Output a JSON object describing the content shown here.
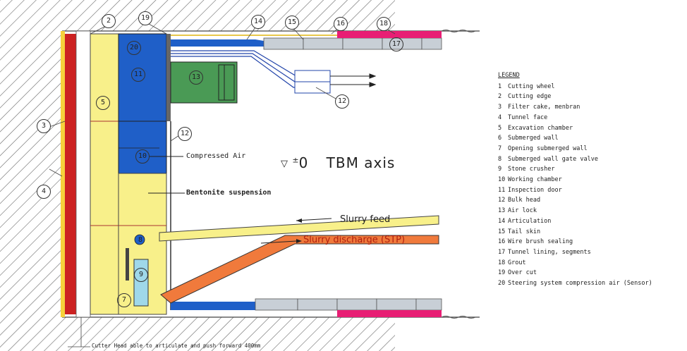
{
  "legend": {
    "title": "LEGEND",
    "items": [
      {
        "n": "1",
        "text": "Cutting wheel"
      },
      {
        "n": "2",
        "text": "Cutting edge"
      },
      {
        "n": "3",
        "text": "Filter cake, menbran"
      },
      {
        "n": "4",
        "text": "Tunnel face"
      },
      {
        "n": "5",
        "text": "Excavation chamber"
      },
      {
        "n": "6",
        "text": "Submerged wall"
      },
      {
        "n": "7",
        "text": "Opening submerged wall"
      },
      {
        "n": "8",
        "text": "Submerged wall gate valve"
      },
      {
        "n": "9",
        "text": "Stone crusher"
      },
      {
        "n": "10",
        "text": "Working chamber"
      },
      {
        "n": "11",
        "text": "Inspection door"
      },
      {
        "n": "12",
        "text": "Bulk head"
      },
      {
        "n": "13",
        "text": "Air lock"
      },
      {
        "n": "14",
        "text": "Articulation"
      },
      {
        "n": "15",
        "text": "Tail skin"
      },
      {
        "n": "16",
        "text": "Wire brush sealing"
      },
      {
        "n": "17",
        "text": "Tunnel lining, segments"
      },
      {
        "n": "18",
        "text": "Grout"
      },
      {
        "n": "19",
        "text": "Over cut"
      },
      {
        "n": "20",
        "text": "Steering system compression air (Sensor)"
      }
    ]
  },
  "labels": {
    "compressed_air": "Compressed Air",
    "bentonite": "Bentonite suspension",
    "slurry_feed": "Slurry feed",
    "slurry_discharge": "Slurry discharge (STP)",
    "axis_symbol": "▽",
    "axis_pm": "±",
    "axis_zero": "0",
    "axis_text": "TBM axis",
    "cutter_note": "Cutter Head able to articulate and push forward 400mm"
  },
  "callouts": {
    "n2": "2",
    "n19": "19",
    "n14": "14",
    "n15": "15",
    "n16": "16",
    "n18": "18",
    "n17": "17",
    "n12a": "12",
    "n12b": "12",
    "n3": "3",
    "n4": "4",
    "n5": "5",
    "n20": "20",
    "n11": "11",
    "n13": "13",
    "n10": "10",
    "n8": "8",
    "n9": "9",
    "n7": "7"
  },
  "colors": {
    "hatch": "#666666",
    "yellow": "#f8f08a",
    "blue": "#1f5fc8",
    "red": "#cc2222",
    "pink": "#e81e74",
    "green": "#4a9a55",
    "orange": "#f07a3c",
    "segment": "#c8cfd6",
    "light_blue": "#9fd8ea"
  }
}
